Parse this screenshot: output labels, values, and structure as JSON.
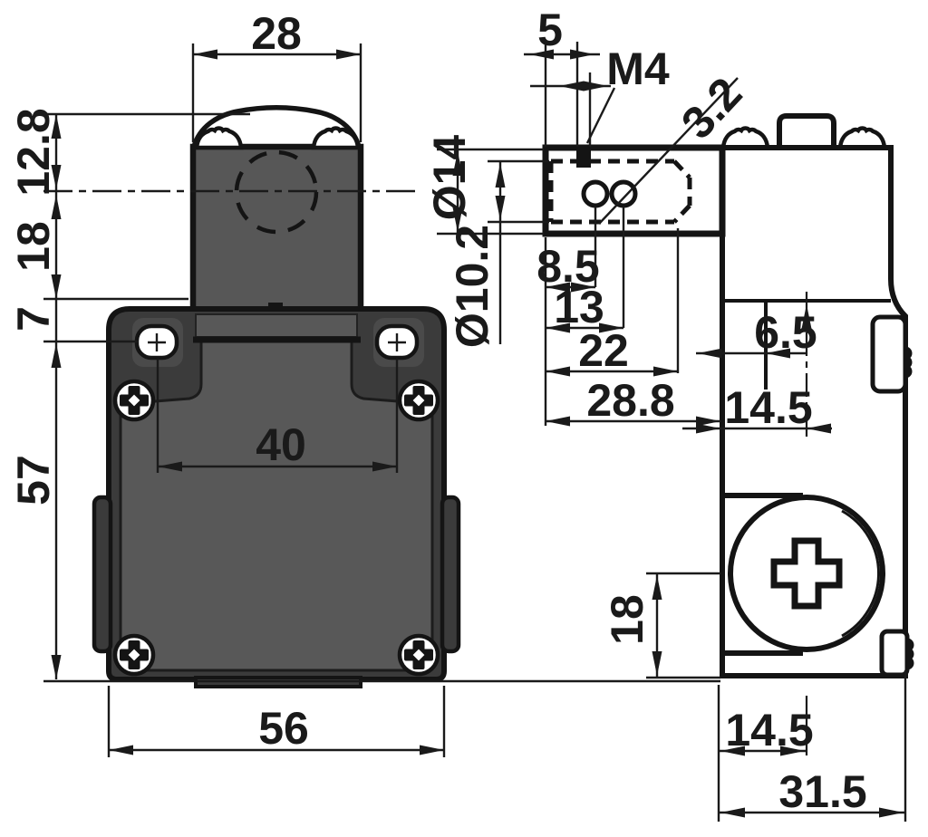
{
  "drawing": {
    "title": "safety limit switch dimensional drawing, front and side views",
    "colors": {
      "line": "#1a1a1a",
      "body_dark": "#3b3b3b",
      "body_mid": "#575757",
      "panel_mid": "#585858",
      "background": "#ffffff"
    },
    "front_view": {
      "dims": {
        "head_width": "28",
        "plunger_height": "12.8",
        "head_height": "18",
        "shoulder_offset": "7",
        "body_height": "57",
        "hole_spacing": "40",
        "body_width": "56"
      }
    },
    "side_view": {
      "dims": {
        "slot_offset": "5",
        "thread": "M4",
        "hole_diameter": "3.2",
        "plunger_outer_dia": "Ø14",
        "plunger_inner_dia": "Ø10.2",
        "hole1_offset": "8.5",
        "hole2_offset": "13",
        "slot_depth": "22",
        "head_depth": "28.8",
        "step_offset": "6.5",
        "cable_center_offset_mid": "14.5",
        "cable_center_height": "18",
        "cable_center_offset_bottom": "14.5",
        "body_depth": "31.5"
      }
    }
  }
}
